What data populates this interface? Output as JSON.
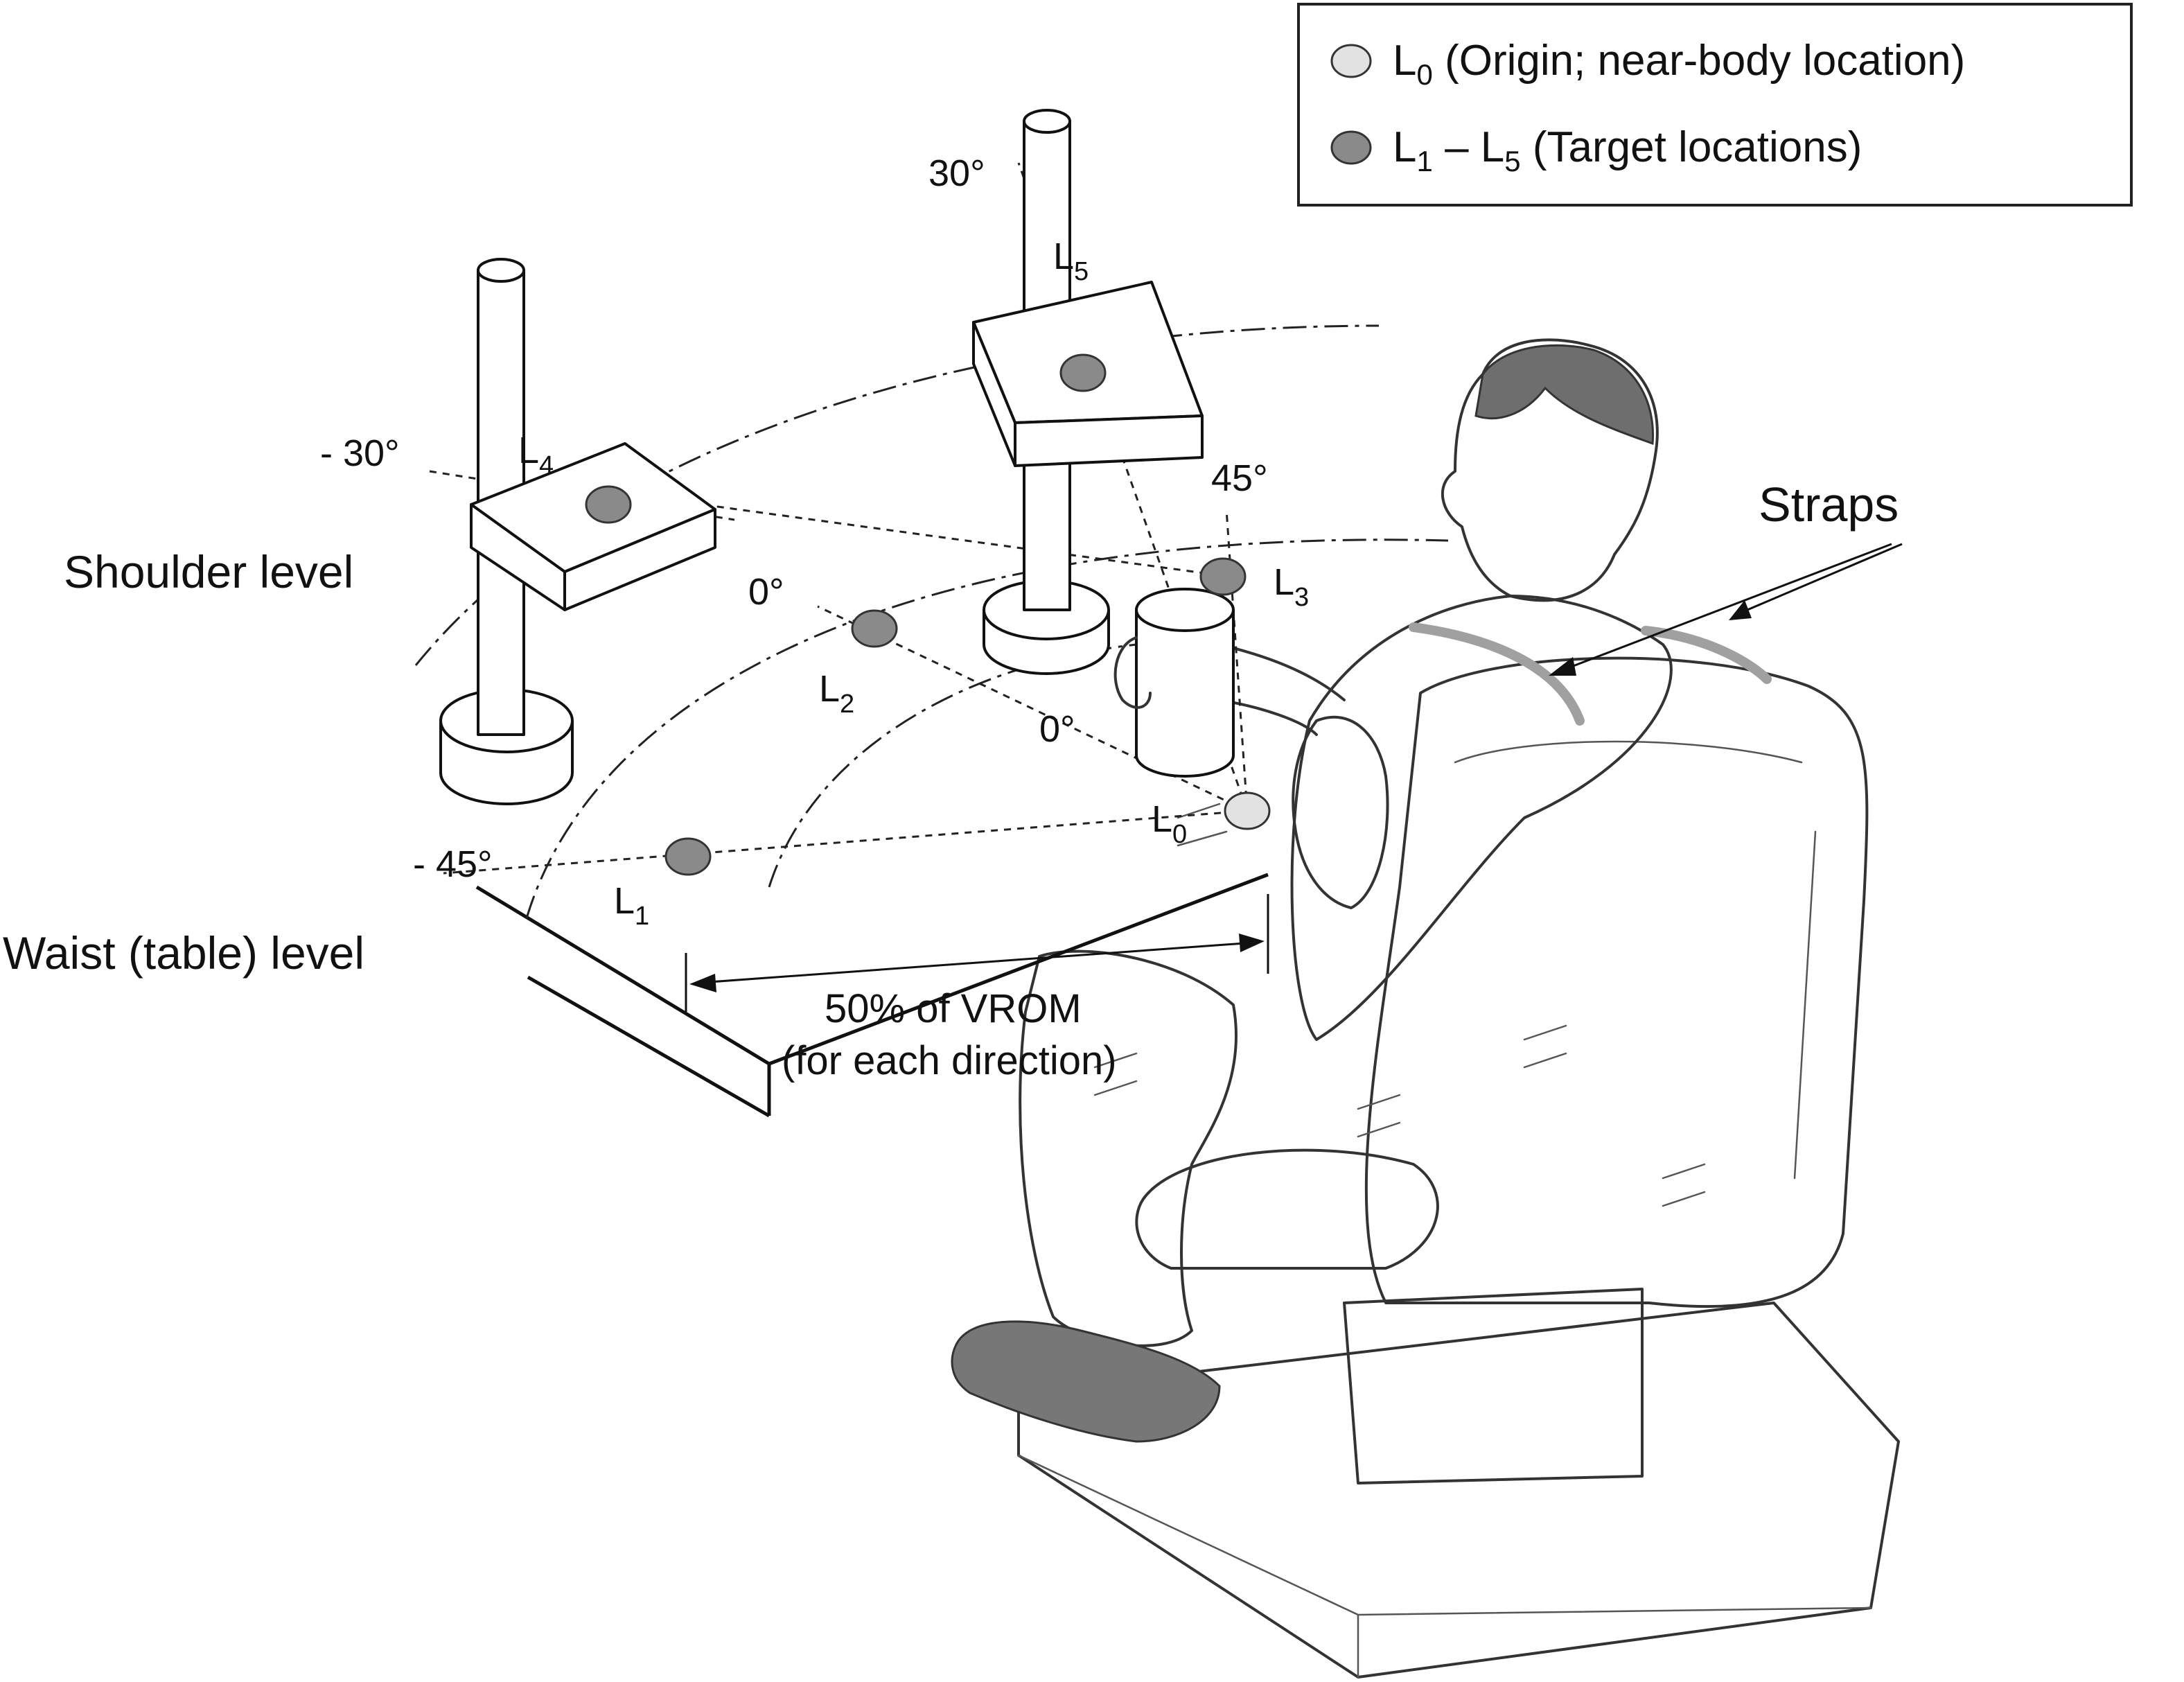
{
  "legend": {
    "origin": {
      "symbol": "L",
      "subscript": "0",
      "text": " (Origin; near-body location)",
      "color": "#e2e2e2"
    },
    "targets": {
      "symbol_a": "L",
      "subscript_a": "1",
      "dash": " – ",
      "symbol_b": "L",
      "subscript_b": "5",
      "text": " (Target locations)",
      "color": "#8a8a8a"
    }
  },
  "labels": {
    "shoulder_level": "Shoulder level",
    "waist_level": "Waist (table) level",
    "straps": "Straps",
    "vrom_line1": "50% of VROM",
    "vrom_line2": "(for each direction)"
  },
  "angles": {
    "a30": "30°",
    "a_neg30": "- 30°",
    "a45": "45°",
    "a0_upper": "0°",
    "a0_lower": "0°",
    "a_neg45": "- 45°"
  },
  "locations": {
    "L0": {
      "letter": "L",
      "sub": "0"
    },
    "L1": {
      "letter": "L",
      "sub": "1"
    },
    "L2": {
      "letter": "L",
      "sub": "2"
    },
    "L3": {
      "letter": "L",
      "sub": "3"
    },
    "L4": {
      "letter": "L",
      "sub": "4"
    },
    "L5": {
      "letter": "L",
      "sub": "5"
    }
  }
}
